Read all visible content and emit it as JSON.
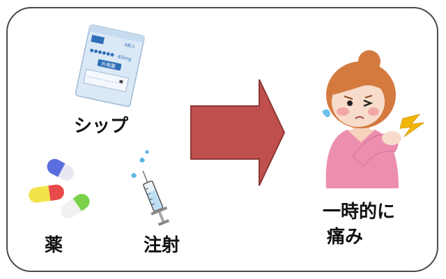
{
  "labels": {
    "compress": "シップ",
    "medicine": "薬",
    "injection": "注射",
    "pain_line1": "一時的に",
    "pain_line2": "痛み"
  },
  "compress_pack": {
    "count": "6枚入",
    "dose": "40mg",
    "tag": "外用薬"
  },
  "colors": {
    "frame": "#4a4a4a",
    "arrow": "#c0504d",
    "arrow_border": "#8c3836",
    "pack": "#dbe9f6",
    "pack_accent": "#2f6fb8",
    "woman_shirt": "#ec8fae",
    "woman_hair": "#d47a3f",
    "lightning": "#f2b705"
  },
  "icons": [
    "compress-pack-icon",
    "capsule-icon",
    "syringe-icon",
    "right-arrow-icon",
    "woman-shoulder-pain-icon",
    "lightning-icon",
    "sweat-drop-icon"
  ]
}
